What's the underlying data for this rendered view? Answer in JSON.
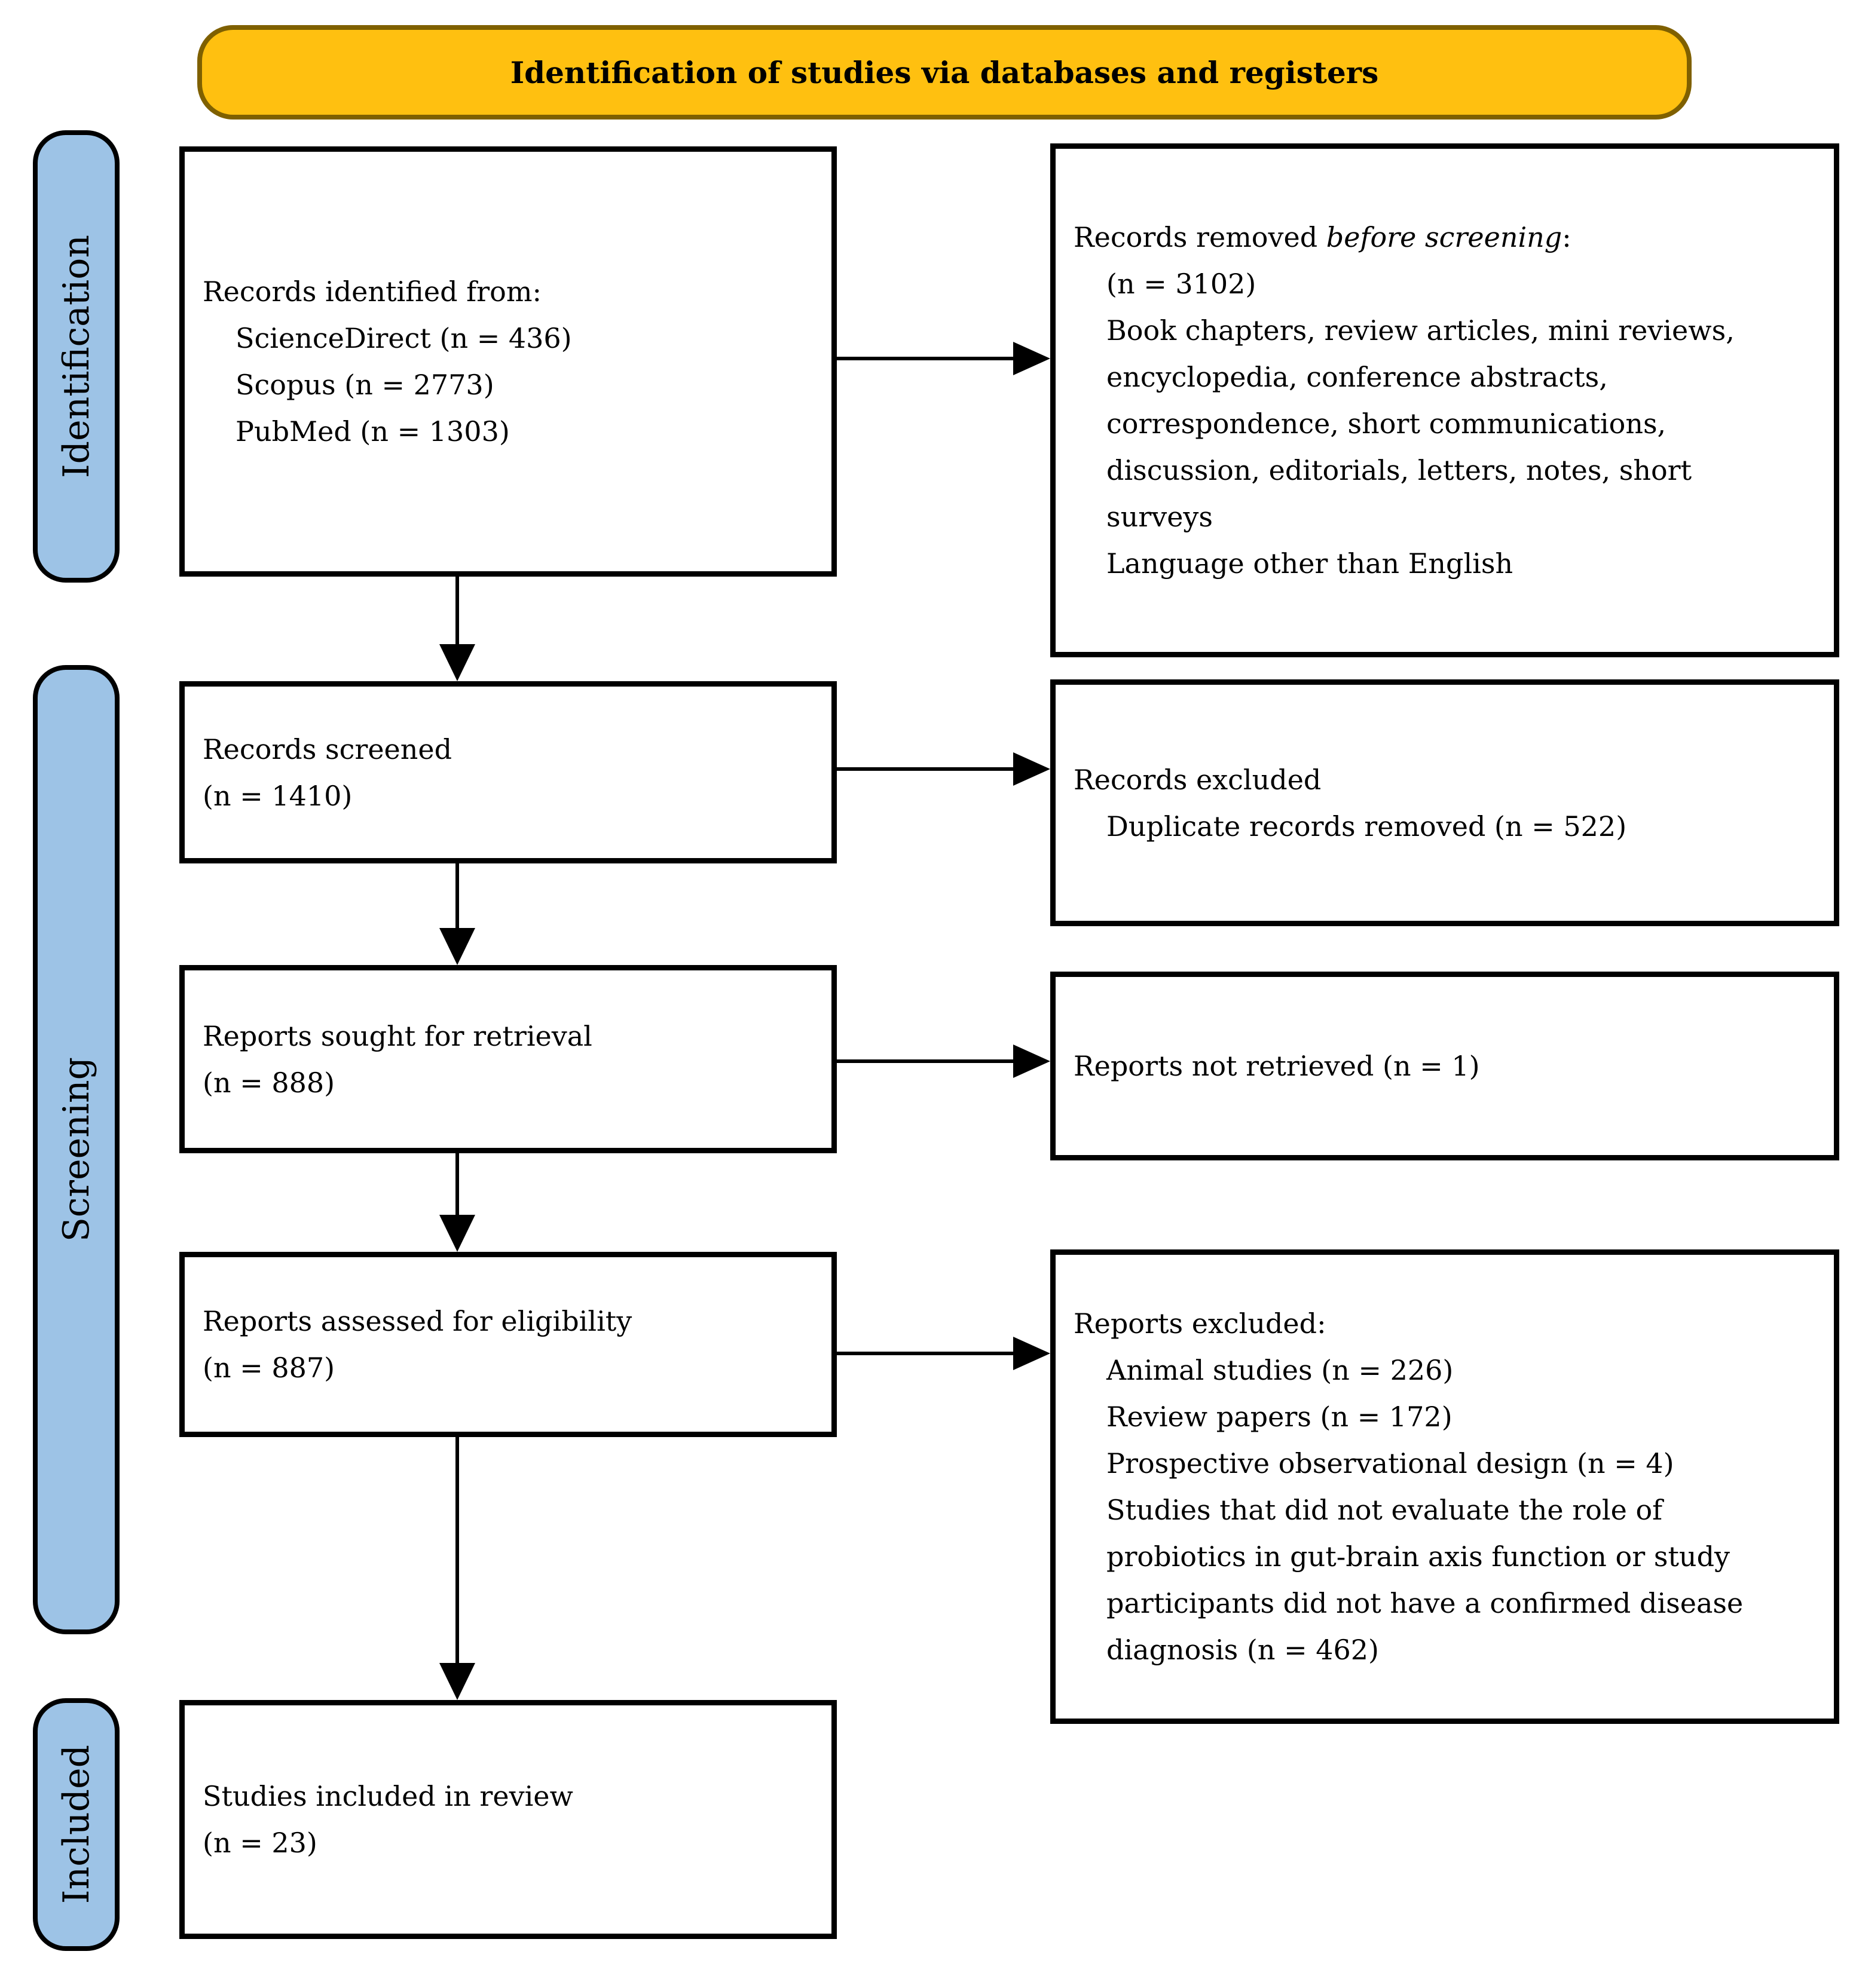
{
  "banner": {
    "title": "Identification of studies via databases and registers"
  },
  "stages": [
    {
      "label": "Identification"
    },
    {
      "label": "Screening"
    },
    {
      "label": "Included"
    }
  ],
  "flow": {
    "identified": {
      "heading": "Records identified from:",
      "items": [
        "ScienceDirect (n = 436)",
        "Scopus (n = 2773)",
        "PubMed (n = 1303)"
      ]
    },
    "screened": {
      "line1": "Records screened",
      "line2": "(n = 1410)"
    },
    "sought": {
      "line1": "Reports sought for retrieval",
      "line2": "(n = 888)"
    },
    "assessed": {
      "line1": "Reports assessed for eligibility",
      "line2": "(n = 887)"
    },
    "included": {
      "line1": "Studies included in review",
      "line2": "(n = 23)"
    }
  },
  "exclusions": {
    "removed": {
      "heading_prefix": "Records removed ",
      "heading_italic": "before screening",
      "heading_suffix": ":",
      "count": "(n = 3102)",
      "reason_types": "Book chapters, review articles, mini reviews, encyclopedia, conference abstracts, correspondence, short communications,  discussion, editorials, letters, notes, short surveys",
      "reason_language": "Language other than English"
    },
    "records_excluded": {
      "heading": "Records excluded",
      "detail": "Duplicate records removed (n = 522)"
    },
    "not_retrieved": {
      "text": "Reports not retrieved (n = 1)"
    },
    "reports_excluded": {
      "heading": "Reports excluded:",
      "reasons": [
        "Animal studies (n = 226)",
        "Review papers (n = 172)",
        "Prospective observational design (n = 4)",
        "Studies that did not evaluate the role of probiotics in gut-brain axis function or study participants did not have a confirmed disease diagnosis (n = 462)"
      ]
    }
  },
  "colors": {
    "banner_fill": "#FFC010",
    "banner_border": "#7F6000",
    "stage_fill": "#9DC3E6",
    "stage_border": "#000000",
    "box_border": "#000000"
  }
}
